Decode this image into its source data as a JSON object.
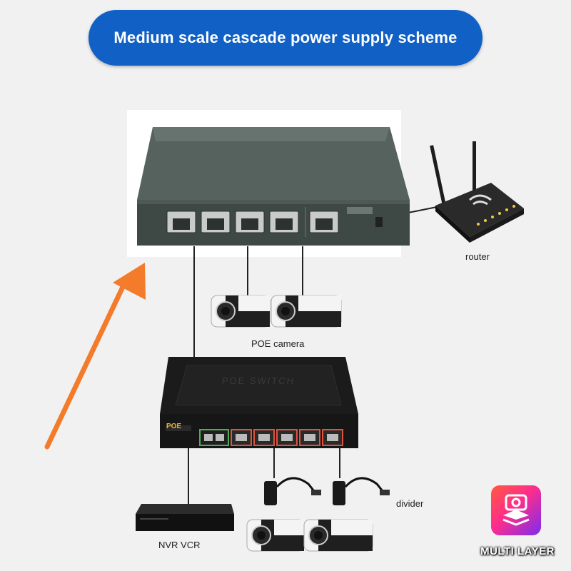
{
  "title": "Medium scale cascade power supply scheme",
  "labels": {
    "router": "router",
    "poe_camera": "POE camera",
    "divider": "divider",
    "nvr": "NVR VCR"
  },
  "devices": {
    "poe_switch_top_text": "POE SWITCH",
    "poe_switch_face_text": "POE"
  },
  "badge": {
    "text": "MULTI LAYER",
    "icon": "camera-layers-icon"
  },
  "colors": {
    "title_bg": "#1060c6",
    "arrow": "#f47b2a",
    "poe_port": "#e0533a",
    "uplink_port": "#4caf50"
  }
}
